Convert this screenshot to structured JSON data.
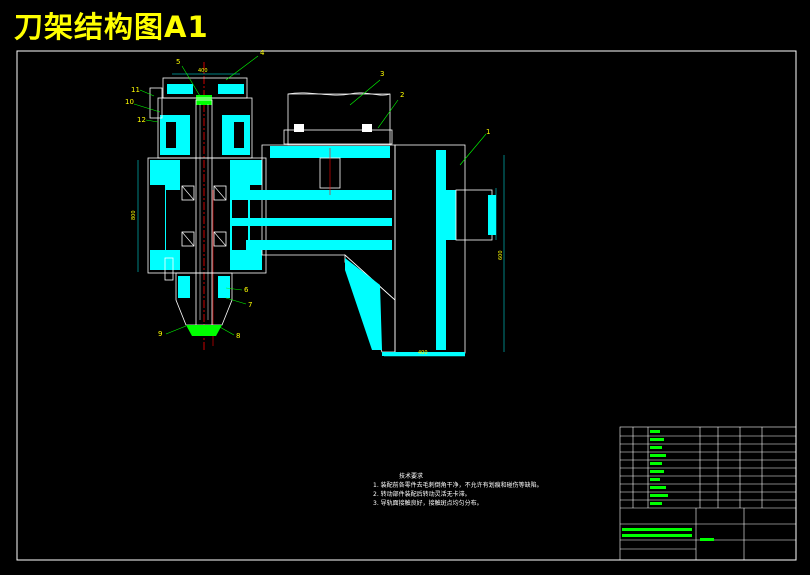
{
  "title": "刀架结构图A1",
  "part_labels": [
    "1",
    "2",
    "3",
    "4",
    "5",
    "6",
    "7",
    "8",
    "9",
    "10",
    "11",
    "12"
  ],
  "notes": {
    "heading": "技术要求",
    "lines": [
      "1. 装配前各零件去毛刺倒角干净，不允许有划痕和碰伤等缺陷。",
      "2. 转动部件装配后转动灵活无卡滞。",
      "3. 导轨面接触良好，接触斑点均匀分布。"
    ]
  },
  "colors": {
    "cyan": "#00ffff",
    "green": "#00ff00",
    "yellow": "#ffff00",
    "red": "#ff0000",
    "white": "#ffffff",
    "background": "#000000"
  }
}
